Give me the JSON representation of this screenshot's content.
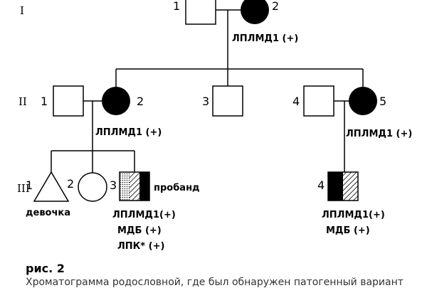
{
  "generations": [
    "I",
    "II",
    "III"
  ],
  "individuals": {
    "i1": "1",
    "i2": "2",
    "ii1": "1",
    "ii2": "2",
    "ii3": "3",
    "ii4": "4",
    "ii5": "5",
    "iii1": "1",
    "iii2": "2",
    "iii3": "3",
    "iii4": "4"
  },
  "labels": {
    "i2_variant": "ЛПЛМД1 (+)",
    "ii2_variant": "ЛПЛМД1 (+)",
    "ii5_variant": "ЛПЛМД1 (+)",
    "iii1_sex": "девочка",
    "iii3_proband": "пробанд",
    "iii3_line1": "ЛПЛМД1(+)",
    "iii3_line2": "МДБ (+)",
    "iii3_line3": "ЛПК* (+)",
    "iii4_line1": "ЛПЛМД1(+)",
    "iii4_line2": "МДБ (+)"
  },
  "caption": {
    "title": "рис. 2",
    "text": "Хроматограмма родословной, где был обнаружен патогенный вариант"
  }
}
